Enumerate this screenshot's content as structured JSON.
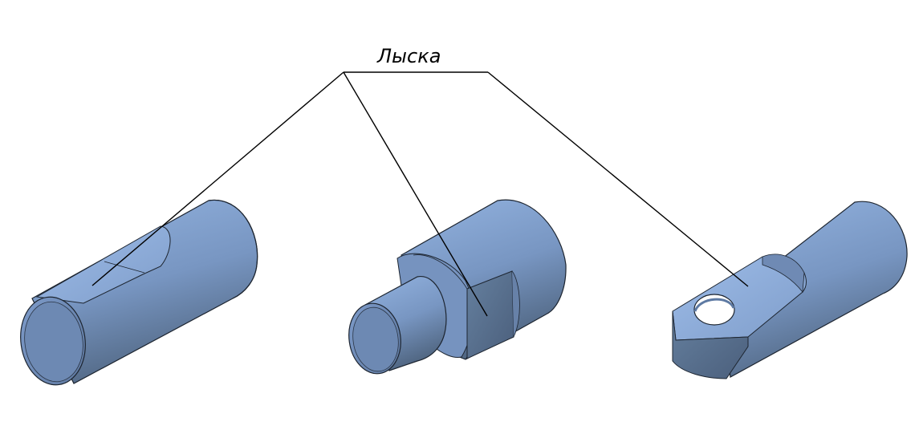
{
  "callout": {
    "label": "Лыска"
  },
  "colors": {
    "body_light": "#8eaedb",
    "body_mid": "#7b98c3",
    "body_dark": "#546a8a",
    "face": "#6f8ab4",
    "edge": "#1d2530",
    "leader": "#000000"
  },
  "parts": [
    {
      "name": "cylinder-with-flat"
    },
    {
      "name": "stepped-shaft-with-flat"
    },
    {
      "name": "eye-rod-with-flat"
    }
  ]
}
